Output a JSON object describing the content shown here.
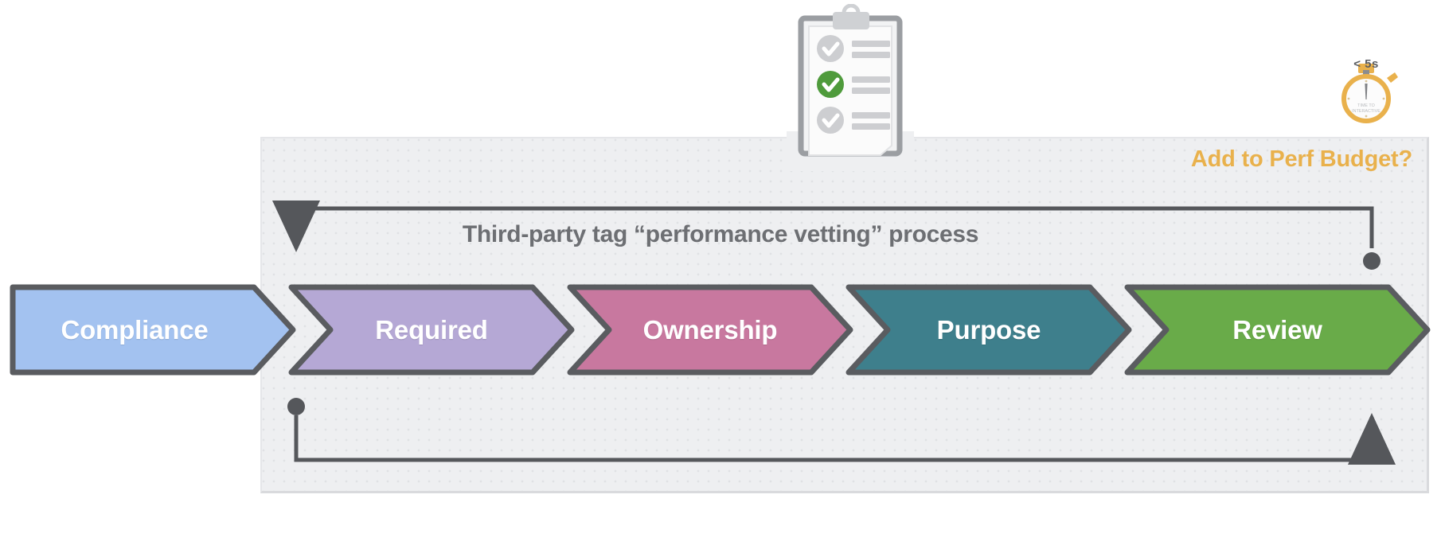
{
  "panel": {
    "background_color": "#eeeff1",
    "title": "Third-party tag “performance vetting” process",
    "perf_budget_label": "Add to Perf Budget?",
    "perf_budget_color": "#e9b14c"
  },
  "stages": [
    {
      "label": "Compliance",
      "color": "#a3c2f0",
      "border": "#5a5c60"
    },
    {
      "label": "Required",
      "color": "#b5a8d5",
      "border": "#5a5c60"
    },
    {
      "label": "Ownership",
      "color": "#c8789f",
      "border": "#5a5c60"
    },
    {
      "label": "Purpose",
      "color": "#3e7f8c",
      "border": "#5a5c60"
    },
    {
      "label": "Review",
      "color": "#69ab49",
      "border": "#5a5c60"
    }
  ],
  "loops": {
    "line_color": "#55575b",
    "top": {
      "start_marker": "arrowhead-down",
      "end_marker": "dot"
    },
    "bottom": {
      "start_marker": "dot",
      "end_marker": "arrowhead-up"
    }
  },
  "stopwatch": {
    "threshold_label": "< 5s",
    "dial_line_1": "TIME TO",
    "dial_line_2": "INTERACTIVE",
    "color": "#e9b14c"
  },
  "clipboard": {
    "checklist_items": [
      {
        "state": "unchecked",
        "color": "#c9cacd"
      },
      {
        "state": "checked",
        "color": "#4f9b3c"
      },
      {
        "state": "unchecked",
        "color": "#c9cacd"
      }
    ]
  }
}
